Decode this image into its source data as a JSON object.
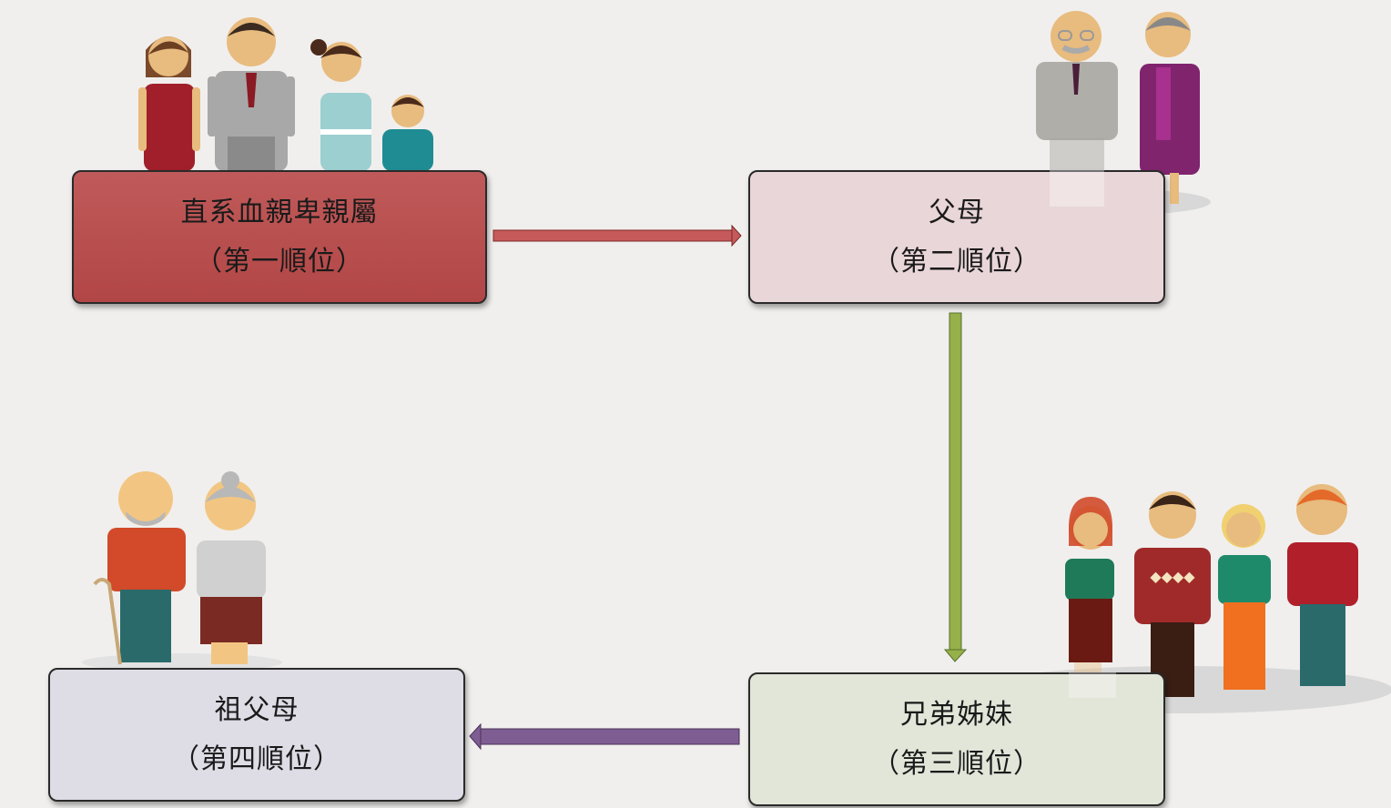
{
  "diagram": {
    "nodes": [
      {
        "id": "n1",
        "title": "直系血親卑親屬",
        "order": "（第一順位）"
      },
      {
        "id": "n2",
        "title": "父母",
        "order": "（第二順位）"
      },
      {
        "id": "n3",
        "title": "兄弟姊妹",
        "order": "（第三順位）"
      },
      {
        "id": "n4",
        "title": "祖父母",
        "order": "（第四順位）"
      }
    ],
    "edges": [
      {
        "from": "n1",
        "to": "n2",
        "color": "#b84a4a"
      },
      {
        "from": "n2",
        "to": "n3",
        "color": "#8faa3e"
      },
      {
        "from": "n3",
        "to": "n4",
        "color": "#7a5a8c"
      }
    ]
  },
  "colors": {
    "background": "#f0efed",
    "box1": "#b84a4a",
    "box2": "#e9d6d8",
    "box3": "#e2e6d9",
    "box4": "#dedde6"
  },
  "illustrations": [
    {
      "near": "n1",
      "icon": "family-with-children-icon"
    },
    {
      "near": "n2",
      "icon": "parents-couple-icon"
    },
    {
      "near": "n3",
      "icon": "siblings-group-icon"
    },
    {
      "near": "n4",
      "icon": "grandparents-couple-icon"
    }
  ]
}
